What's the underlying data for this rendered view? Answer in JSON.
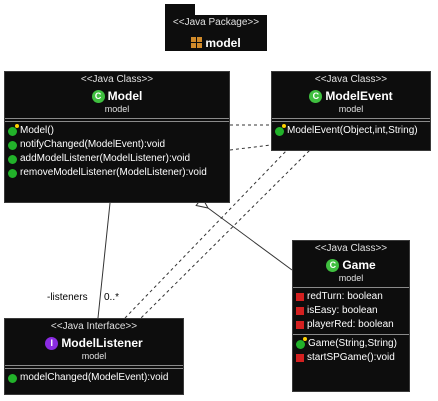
{
  "package": {
    "stereotype": "<<Java Package>>",
    "name": "model",
    "icon": "package-icon"
  },
  "classes": {
    "model": {
      "stereotype": "<<Java Class>>",
      "name": "Model",
      "package": "model",
      "icon_letter": "C",
      "methods": [
        "Model()",
        "notifyChanged(ModelEvent):void",
        "addModelListener(ModelListener):void",
        "removeModelListener(ModelListener):void"
      ]
    },
    "modelEvent": {
      "stereotype": "<<Java Class>>",
      "name": "ModelEvent",
      "package": "model",
      "icon_letter": "C",
      "methods": [
        "ModelEvent(Object,int,String)"
      ]
    },
    "game": {
      "stereotype": "<<Java Class>>",
      "name": "Game",
      "package": "model",
      "icon_letter": "C",
      "fields": [
        "redTurn: boolean",
        "isEasy: boolean",
        "playerRed: boolean"
      ],
      "methods": [
        "Game(String,String)",
        "startSPGame():void"
      ]
    },
    "modelListener": {
      "stereotype": "<<Java Interface>>",
      "name": "ModelListener",
      "package": "model",
      "icon_letter": "I",
      "methods": [
        "modelChanged(ModelEvent):void"
      ]
    }
  },
  "association": {
    "role": "-listeners",
    "multiplicity": "0..*"
  },
  "colors": {
    "box_background": "#0d0d0d",
    "class_icon": "#3fbf3f",
    "interface_icon": "#8a2be2",
    "method_icon": "#22b22a",
    "field_icon": "#d42020",
    "package_icon": "#d08a2a"
  }
}
